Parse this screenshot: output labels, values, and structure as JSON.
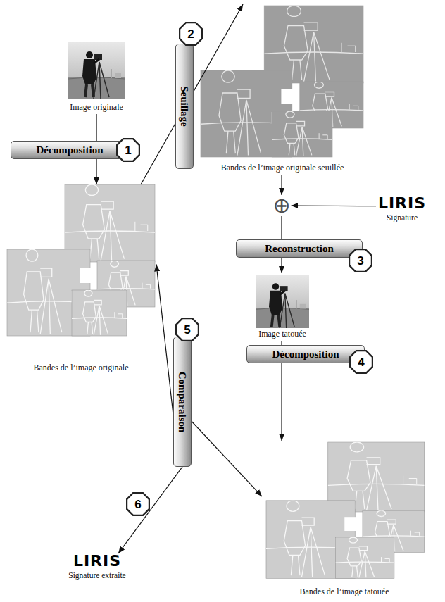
{
  "diagram": {
    "nodes": [
      {
        "text": [
          "Image originale"
        ]
      },
      {
        "text": [
          "Décomposition"
        ]
      },
      {
        "text": [
          "1"
        ]
      },
      {
        "text": [
          "Bandes de l’image originale"
        ]
      },
      {
        "text": [
          "Seuillage"
        ]
      },
      {
        "text": [
          "2"
        ]
      },
      {
        "text": [
          "Bandes de l’image originale seuillée"
        ]
      },
      {
        "text": [
          "⊕"
        ]
      },
      {
        "text": [
          "LIRIS",
          "Signature"
        ]
      },
      {
        "text": [
          "Reconstruction"
        ]
      },
      {
        "text": [
          "3"
        ]
      },
      {
        "text": [
          "Image tatouée"
        ]
      },
      {
        "text": [
          "Décomposition"
        ]
      },
      {
        "text": [
          "4"
        ]
      },
      {
        "text": [
          "Bandes de l’image tatouée"
        ]
      },
      {
        "text": [
          "Comparaison"
        ]
      },
      {
        "text": [
          "5"
        ]
      },
      {
        "text": [
          "6"
        ]
      },
      {
        "text": [
          "LIRIS",
          "Signature extraite"
        ]
      }
    ],
    "edges": [
      {
        "from": 0,
        "to": 3,
        "arrow": "to"
      },
      {
        "from": 3,
        "to": 6,
        "arrow": "to"
      },
      {
        "from": 6,
        "to": 7,
        "arrow": "to"
      },
      {
        "from": 8,
        "to": 7,
        "arrow": "to"
      },
      {
        "from": 7,
        "to": 11,
        "arrow": "to"
      },
      {
        "from": 11,
        "to": 14,
        "arrow": "to"
      },
      {
        "from": 15,
        "to": 3,
        "arrow": "to"
      },
      {
        "from": 15,
        "to": 14,
        "arrow": "to"
      },
      {
        "from": 15,
        "to": 18,
        "arrow": "to"
      }
    ]
  }
}
